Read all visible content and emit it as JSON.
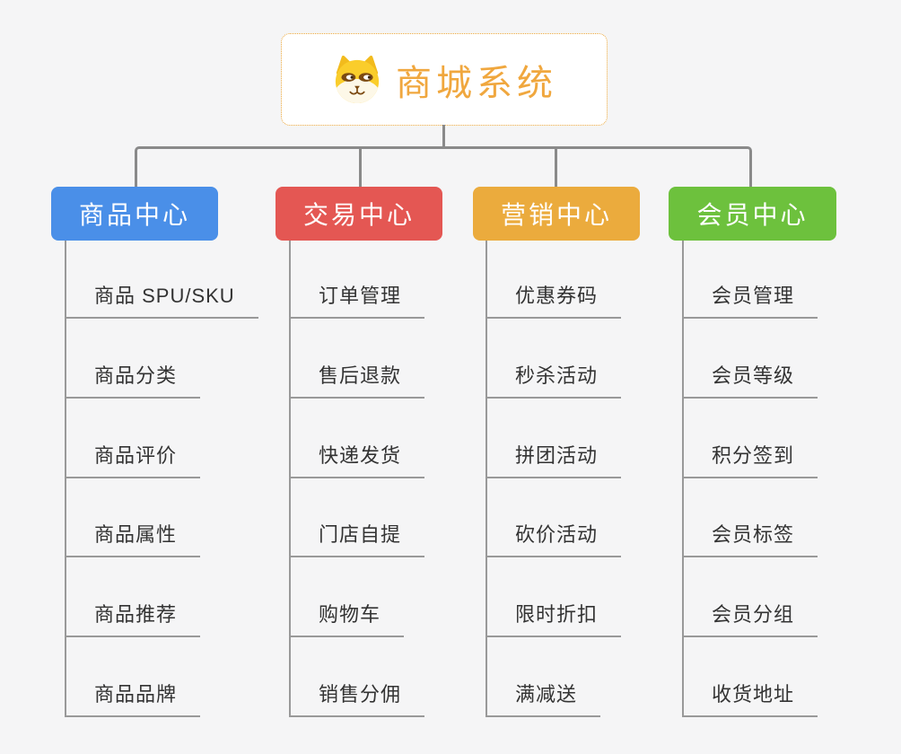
{
  "root": {
    "title": "商城系统",
    "icon": "shiba-dog-icon",
    "title_color": "#f0a73e",
    "border_color": "#eba73b"
  },
  "connector_color": "#8a8a8a",
  "line_color": "#999999",
  "branches": [
    {
      "label": "商品中心",
      "color": "#4a8fe8",
      "items": [
        "商品 SPU/SKU",
        "商品分类",
        "商品评价",
        "商品属性",
        "商品推荐",
        "商品品牌"
      ]
    },
    {
      "label": "交易中心",
      "color": "#e45753",
      "items": [
        "订单管理",
        "售后退款",
        "快递发货",
        "门店自提",
        "购物车",
        "销售分佣"
      ]
    },
    {
      "label": "营销中心",
      "color": "#ebab3d",
      "items": [
        "优惠券码",
        "秒杀活动",
        "拼团活动",
        "砍价活动",
        "限时折扣",
        "满减送"
      ]
    },
    {
      "label": "会员中心",
      "color": "#6dc13d",
      "items": [
        "会员管理",
        "会员等级",
        "积分签到",
        "会员标签",
        "会员分组",
        "收货地址"
      ]
    }
  ]
}
